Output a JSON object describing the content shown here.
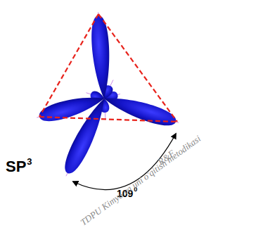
{
  "diagram": {
    "labels": [
      "SP",
      "3",
      "109",
      "0",
      "TDPU Kimyo va uni o'qitish metodikasi",
      "R&F"
    ]
  }
}
